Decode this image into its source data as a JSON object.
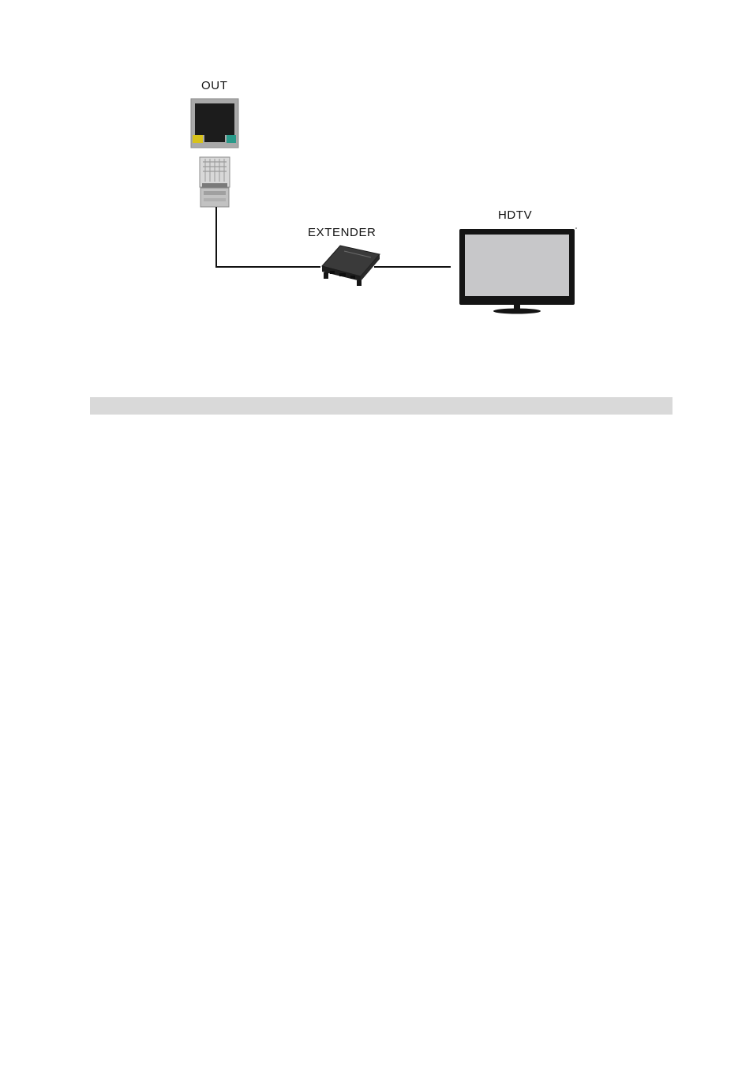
{
  "diagram": {
    "labels": {
      "out": "OUT",
      "extender": "EXTENDER",
      "hdtv": "HDTV"
    },
    "icons": {
      "rj45_port": "rj45-port-icon",
      "rj45_plug": "rj45-plug-icon",
      "extender": "extender-device-icon",
      "hdtv": "hdtv-icon"
    },
    "colors": {
      "cable": "#111111",
      "port_led_left": "#d8c21a",
      "port_led_right": "#2a9a8a",
      "tv_screen": "#c7c7c9",
      "section_bar": "#d9d9d9"
    }
  }
}
